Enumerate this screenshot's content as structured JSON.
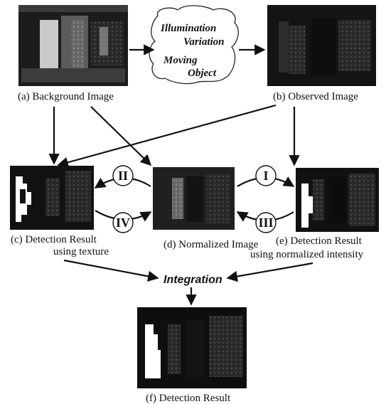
{
  "panels": {
    "a": {
      "caption": "(a) Background Image"
    },
    "b": {
      "caption": "(b) Observed Image"
    },
    "c": {
      "caption_line1": "(c) Detection Result",
      "caption_line2": "using texture"
    },
    "d": {
      "caption": "(d) Normalized Image"
    },
    "e": {
      "caption_line1": "(e) Detection Result",
      "caption_line2": "using normalized intensity"
    },
    "f": {
      "caption": "(f) Detection Result"
    }
  },
  "cloud": {
    "line1": "Illumination",
    "line2": "Variation",
    "line3": "Moving",
    "line4": "Object"
  },
  "integration_label": "Integration",
  "steps": {
    "one": "I",
    "two": "II",
    "three": "III",
    "four": "IV"
  }
}
